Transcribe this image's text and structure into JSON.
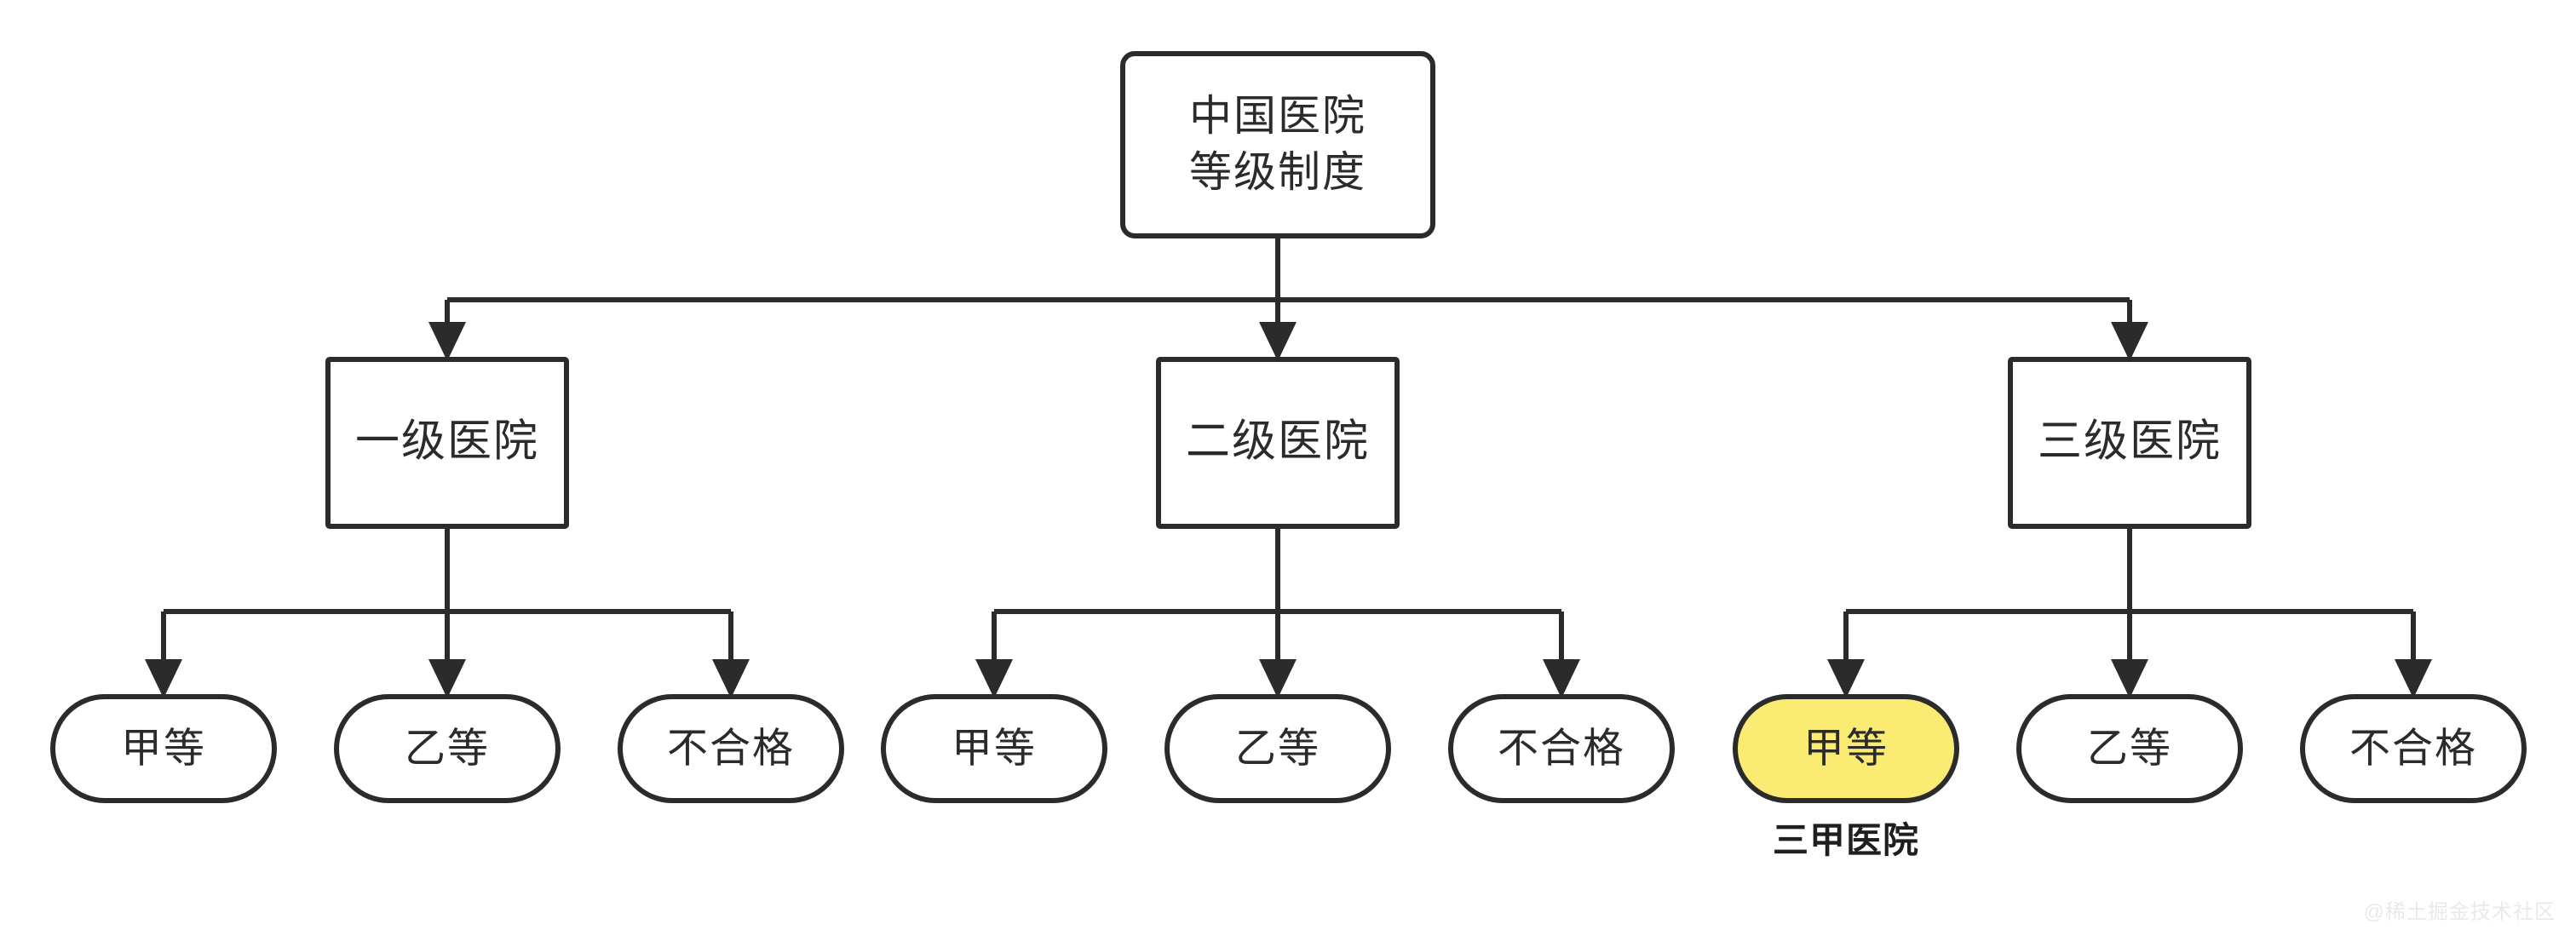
{
  "diagram": {
    "title": "中国医院等级制度",
    "type": "tree",
    "orientation": "top-down",
    "background_color": "#ffffff",
    "stroke_color": "#2b2b2b",
    "highlight_color": "#faeb73",
    "root": {
      "id": "root",
      "label_line1": "中国医院",
      "label_line2": "等级制度",
      "shape": "rounded-rect"
    },
    "levels": [
      {
        "id": "level-1",
        "label": "一级医院",
        "shape": "rect",
        "children": [
          {
            "id": "l1-a",
            "label": "甲等",
            "shape": "pill",
            "highlight": false,
            "caption": ""
          },
          {
            "id": "l1-b",
            "label": "乙等",
            "shape": "pill",
            "highlight": false,
            "caption": ""
          },
          {
            "id": "l1-c",
            "label": "不合格",
            "shape": "pill",
            "highlight": false,
            "caption": ""
          }
        ]
      },
      {
        "id": "level-2",
        "label": "二级医院",
        "shape": "rect",
        "children": [
          {
            "id": "l2-a",
            "label": "甲等",
            "shape": "pill",
            "highlight": false,
            "caption": ""
          },
          {
            "id": "l2-b",
            "label": "乙等",
            "shape": "pill",
            "highlight": false,
            "caption": ""
          },
          {
            "id": "l2-c",
            "label": "不合格",
            "shape": "pill",
            "highlight": false,
            "caption": ""
          }
        ]
      },
      {
        "id": "level-3",
        "label": "三级医院",
        "shape": "rect",
        "children": [
          {
            "id": "l3-a",
            "label": "甲等",
            "shape": "pill",
            "highlight": true,
            "caption": "三甲医院"
          },
          {
            "id": "l3-b",
            "label": "乙等",
            "shape": "pill",
            "highlight": false,
            "caption": ""
          },
          {
            "id": "l3-c",
            "label": "不合格",
            "shape": "pill",
            "highlight": false,
            "caption": ""
          }
        ]
      }
    ]
  },
  "watermark": {
    "text": "@稀土掘金技术社区"
  }
}
